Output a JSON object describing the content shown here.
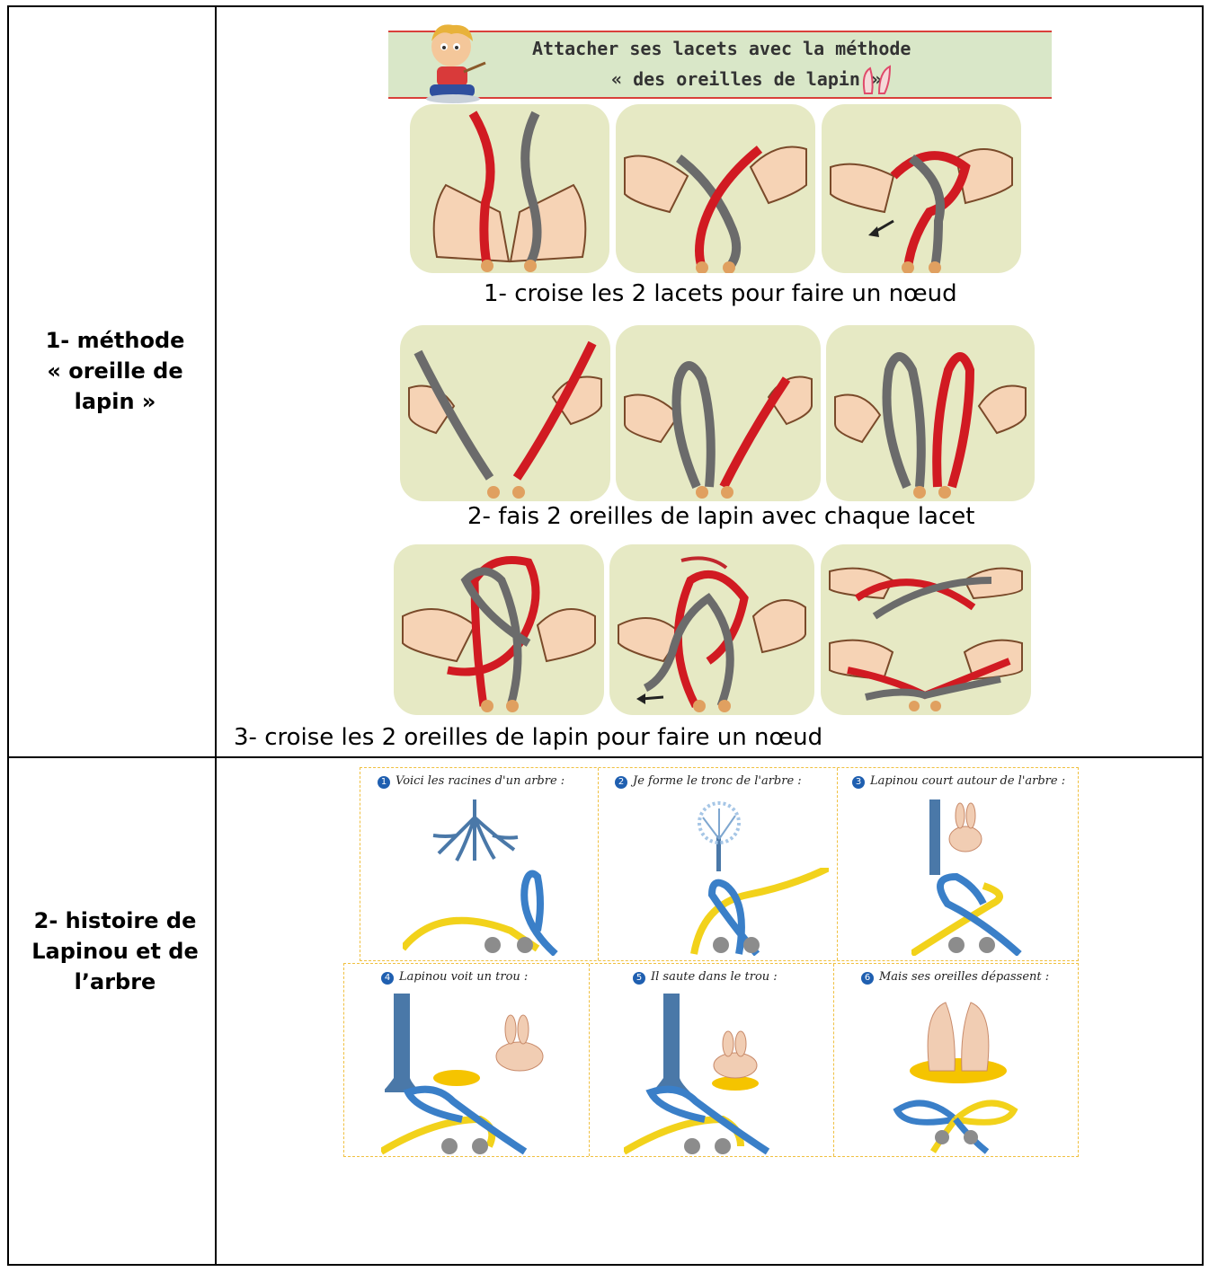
{
  "rows": [
    {
      "label_lines": [
        "1- méthode",
        "« oreille de",
        "lapin »"
      ]
    },
    {
      "label_lines": [
        "2- histoire de",
        "Lapinou et de",
        "l’arbre"
      ]
    }
  ],
  "banner": {
    "line1": "Attacher ses lacets avec la méthode",
    "line2": "« des oreilles de lapin »"
  },
  "steps": [
    {
      "caption": "1- croise les 2 lacets pour faire un nœud"
    },
    {
      "caption": "2- fais 2 oreilles de lapin avec chaque lacet"
    },
    {
      "caption": "3- croise les 2 oreilles de lapin  pour faire un nœud"
    }
  ],
  "story": [
    {
      "num": "1",
      "text": "Voici les racines d'un arbre :"
    },
    {
      "num": "2",
      "text": "Je forme le tronc de l'arbre :"
    },
    {
      "num": "3",
      "text": "Lapinou court autour de l'arbre :"
    },
    {
      "num": "4",
      "text": "Lapinou voit un trou :"
    },
    {
      "num": "5",
      "text": "Il saute dans le trou :"
    },
    {
      "num": "6",
      "text": "Mais ses oreilles dépassent :"
    }
  ],
  "colors": {
    "red_lace": "#d11a22",
    "grey_lace": "#6b6b6b",
    "blue_lace": "#3a7fc8",
    "yellow_lace": "#f2d21b",
    "panel_bg": "#e6e9c4",
    "banner_bg": "#d9e7c8"
  }
}
